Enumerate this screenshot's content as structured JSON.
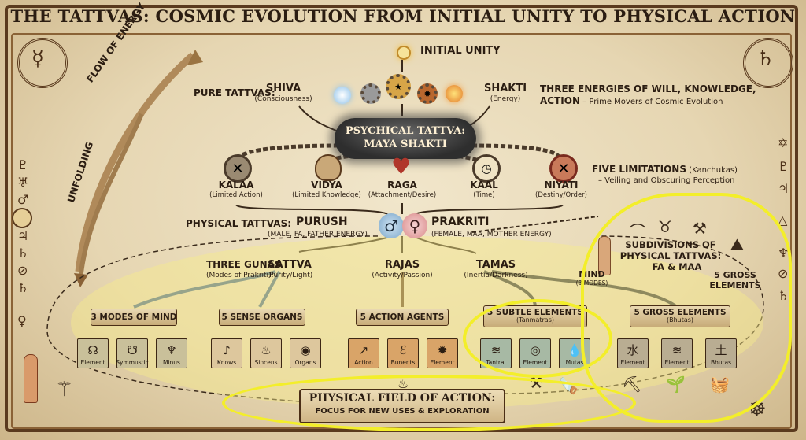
{
  "title": "THE TATTVAS: COSMIC EVOLUTION FROM INITIAL UNITY TO PHYSICAL ACTION",
  "initial_unity": "INITIAL UNITY",
  "pure_tattvas_label": "PURE TATTVAS:",
  "shiva": {
    "name": "SHIVA",
    "sub": "(Consciousness)"
  },
  "shakti": {
    "name": "SHAKTI",
    "sub": "(Energy)"
  },
  "three_energies": {
    "line1": "THREE ENERGIES OF WILL, KNOWLEDGE,",
    "line2_bold": "ACTION",
    "line2_rest": " – Prime Movers of Cosmic Evolution"
  },
  "flow_of_energy": "FLOW OF ENERGY",
  "unfolding": "UNFOLDING",
  "psychical": {
    "line1": "PSYCHICAL TATTVA:",
    "line2": "MAYA SHAKTI"
  },
  "kanchukas": [
    {
      "name": "KALAA",
      "sub": "(Limited Action)",
      "icon": "x-icon"
    },
    {
      "name": "VIDYA",
      "sub": "(Limited Knowledge)",
      "icon": "head-icon"
    },
    {
      "name": "RAGA",
      "sub": "(Attachment/Desire)",
      "icon": "heart-icon"
    },
    {
      "name": "KAAL",
      "sub": "(Time)",
      "icon": "clock-icon"
    },
    {
      "name": "NIYATI",
      "sub": "(Destiny/Order)",
      "icon": "x-icon"
    }
  ],
  "five_limitations": {
    "bold": "FIVE LIMITATIONS",
    "rest": " (Kanchukas)",
    "line2": "– Veiling and Obscuring Perception"
  },
  "physical_tattvas_label": "PHYSICAL TATTVAS:",
  "purush": {
    "name": "PURUSH",
    "sub": "(MALE, FA, FATHER ENERGY)",
    "symbol": "♂"
  },
  "prakriti": {
    "name": "PRAKRITI",
    "sub": "(FEMALE, MAA, MOTHER ENERGY)",
    "symbol": "♀"
  },
  "three_gunas": {
    "line1": "THREE GUNAS",
    "line2": "(Modes of Prakriti):"
  },
  "gunas": [
    {
      "name": "SATTVA",
      "sub": "(Purity/Light)"
    },
    {
      "name": "RAJAS",
      "sub": "(Activity/Passion)"
    },
    {
      "name": "TAMAS",
      "sub": "(Inertia/Darkness)"
    }
  ],
  "subdivisions": {
    "line1": "SUBDIVISIONS OF",
    "line2": "PHYSICAL TATTVAS:",
    "line3": "FA & MAA"
  },
  "mind_label": {
    "line1": "MIND",
    "line2": "(3 MODES)"
  },
  "five_gross_label": {
    "line1": "5 GROSS",
    "line2": "ELEMENTS"
  },
  "groups": [
    {
      "title": "3 MODES OF MIND",
      "sub": "",
      "color": "#c9c09a",
      "items": [
        {
          "label": "Element",
          "glyph": "☊"
        },
        {
          "label": "Symmustic",
          "glyph": "☋"
        },
        {
          "label": "Minus",
          "glyph": "♆"
        }
      ]
    },
    {
      "title": "5 SENSE ORGANS",
      "sub": "",
      "color": "#ddc79d",
      "items": [
        {
          "label": "Knows",
          "glyph": "♪"
        },
        {
          "label": "Sincens",
          "glyph": "♨"
        },
        {
          "label": "Organs",
          "glyph": "◉"
        }
      ]
    },
    {
      "title": "5 ACTION AGENTS",
      "sub": "",
      "color": "#d9a468",
      "items": [
        {
          "label": "Action",
          "glyph": "↗"
        },
        {
          "label": "Bunents",
          "glyph": "ℰ"
        },
        {
          "label": "Element",
          "glyph": "✹"
        }
      ]
    },
    {
      "title": "5 SUBTLE ELEMENTS",
      "sub": "(Tanmatras)",
      "color": "#a7b9a4",
      "items": [
        {
          "label": "Tantral",
          "glyph": "≋"
        },
        {
          "label": "Element",
          "glyph": "◎"
        },
        {
          "label": "Mutas",
          "glyph": "💧"
        }
      ]
    },
    {
      "title": "5 GROSS ELEMENTS",
      "sub": "(Bhutas)",
      "color": "#b9ad92",
      "items": [
        {
          "label": "Element",
          "glyph": "水"
        },
        {
          "label": "Element",
          "glyph": "≋"
        },
        {
          "label": "Bhutas",
          "glyph": "土"
        }
      ]
    }
  ],
  "physical_field": {
    "line1": "PHYSICAL FIELD OF ACTION:",
    "line2": "FOCUS FOR NEW USES & EXPLORATION"
  },
  "left_symbols": [
    "♇",
    "♅",
    "♂",
    "♃",
    "♄",
    "⊘",
    "♄",
    "♀"
  ],
  "right_symbols": [
    "✡",
    "♇",
    "♃",
    "△",
    "♆",
    "⊘",
    "♄"
  ],
  "accent": "#f3ee2a"
}
